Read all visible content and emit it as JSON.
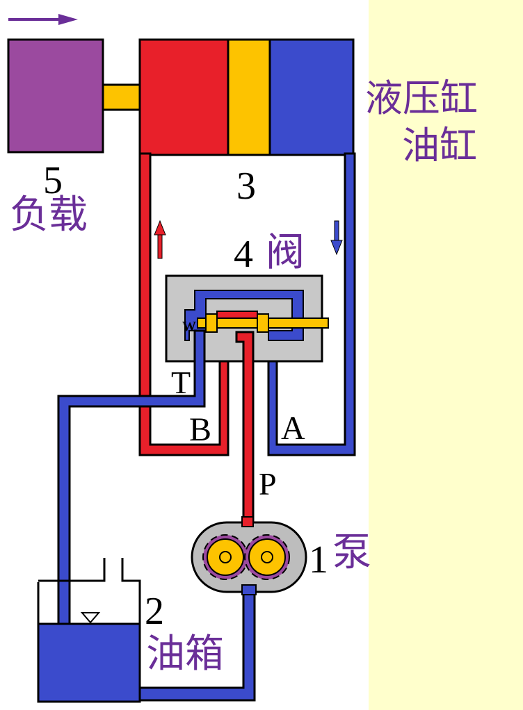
{
  "labels": {
    "cylinder_cn_1": "液压缸",
    "cylinder_cn_2": "油缸",
    "load_num": "5",
    "load_cn": "负载",
    "cylinder_num": "3",
    "valve_num": "4",
    "valve_cn": "阀",
    "port_t": "T",
    "port_b": "B",
    "port_a": "A",
    "port_p": "P",
    "spring": "W",
    "pump_num": "1",
    "pump_cn": "泵",
    "tank_num": "2",
    "tank_cn": "油箱"
  },
  "colors": {
    "pressure": "#e8202a",
    "return": "#3b4bcc",
    "piston": "#fdc300",
    "load": "#9b4a9f",
    "valve_body": "#c8c8c8",
    "pump_body": "#bdbdbd",
    "panel": "#ffffcc",
    "label": "#6a2e98"
  },
  "icons": {
    "direction": "arrow-right-icon",
    "up": "arrow-up-icon",
    "down": "arrow-down-icon",
    "level": "triangle-down-icon"
  }
}
